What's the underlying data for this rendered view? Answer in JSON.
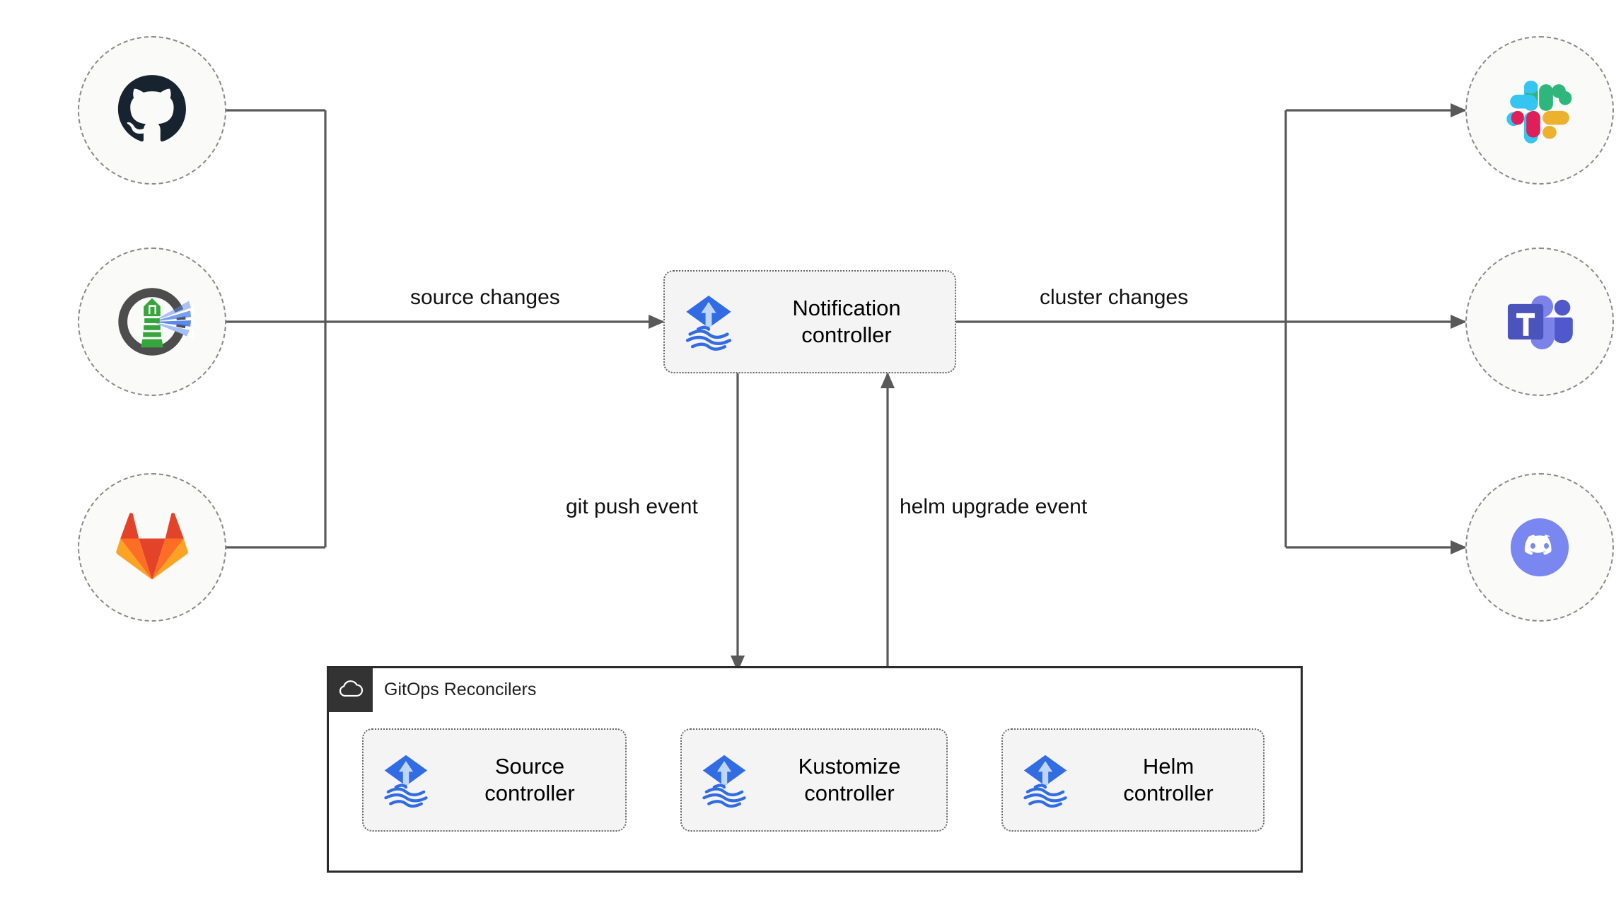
{
  "diagram": {
    "title": "Flux notification controller architecture",
    "background": "#ffffff",
    "line_color": "#595959",
    "sources": [
      {
        "id": "github",
        "icon": "github-icon",
        "label": "GitHub"
      },
      {
        "id": "flux",
        "icon": "flux-lighthouse-icon",
        "label": "Flux"
      },
      {
        "id": "gitlab",
        "icon": "gitlab-icon",
        "label": "GitLab"
      }
    ],
    "destinations": [
      {
        "id": "slack",
        "icon": "slack-icon",
        "label": "Slack"
      },
      {
        "id": "teams",
        "icon": "microsoft-teams-icon",
        "label": "Microsoft Teams"
      },
      {
        "id": "discord",
        "icon": "discord-icon",
        "label": "Discord"
      }
    ],
    "hub": {
      "icon": "flux-cd-icon",
      "label": "Notification\ncontroller"
    },
    "container": {
      "icon": "cloud-icon",
      "title": "GitOps Reconcilers",
      "nodes": [
        {
          "id": "source-controller",
          "icon": "flux-cd-icon",
          "label": "Source\ncontroller"
        },
        {
          "id": "kustomize-controller",
          "icon": "flux-cd-icon",
          "label": "Kustomize\ncontroller"
        },
        {
          "id": "helm-controller",
          "icon": "flux-cd-icon",
          "label": "Helm\ncontroller"
        }
      ]
    },
    "edges": {
      "source_changes": "source changes",
      "cluster_changes": "cluster changes",
      "git_push_event": "git push event",
      "helm_upgrade_event": "helm upgrade event"
    },
    "colors": {
      "line": "#595959",
      "node_fill": "#f4f4f4",
      "endpoint_fill": "#fafaf8",
      "endpoint_stroke": "#8a8a8a",
      "container_stroke": "#2b2b2b",
      "container_tab": "#333333",
      "flux_blue": "#326ce5",
      "flux_arrow": "#bfd7f7",
      "github_dark": "#17232e",
      "gitlab_orange": "#e24329",
      "gitlab_amber": "#fca326",
      "gitlab_mid": "#fc6d26",
      "slack_cyan": "#36c5f0",
      "slack_green": "#2eb67d",
      "slack_red": "#e01e5a",
      "slack_yellow": "#ecb22e",
      "teams_purple": "#5059c9",
      "teams_indigo": "#4b53bc",
      "teams_light": "#7b83eb",
      "discord_blurple": "#7a87f0",
      "lighthouse_green": "#36a53c",
      "lighthouse_ring": "#4d4d4d"
    }
  }
}
